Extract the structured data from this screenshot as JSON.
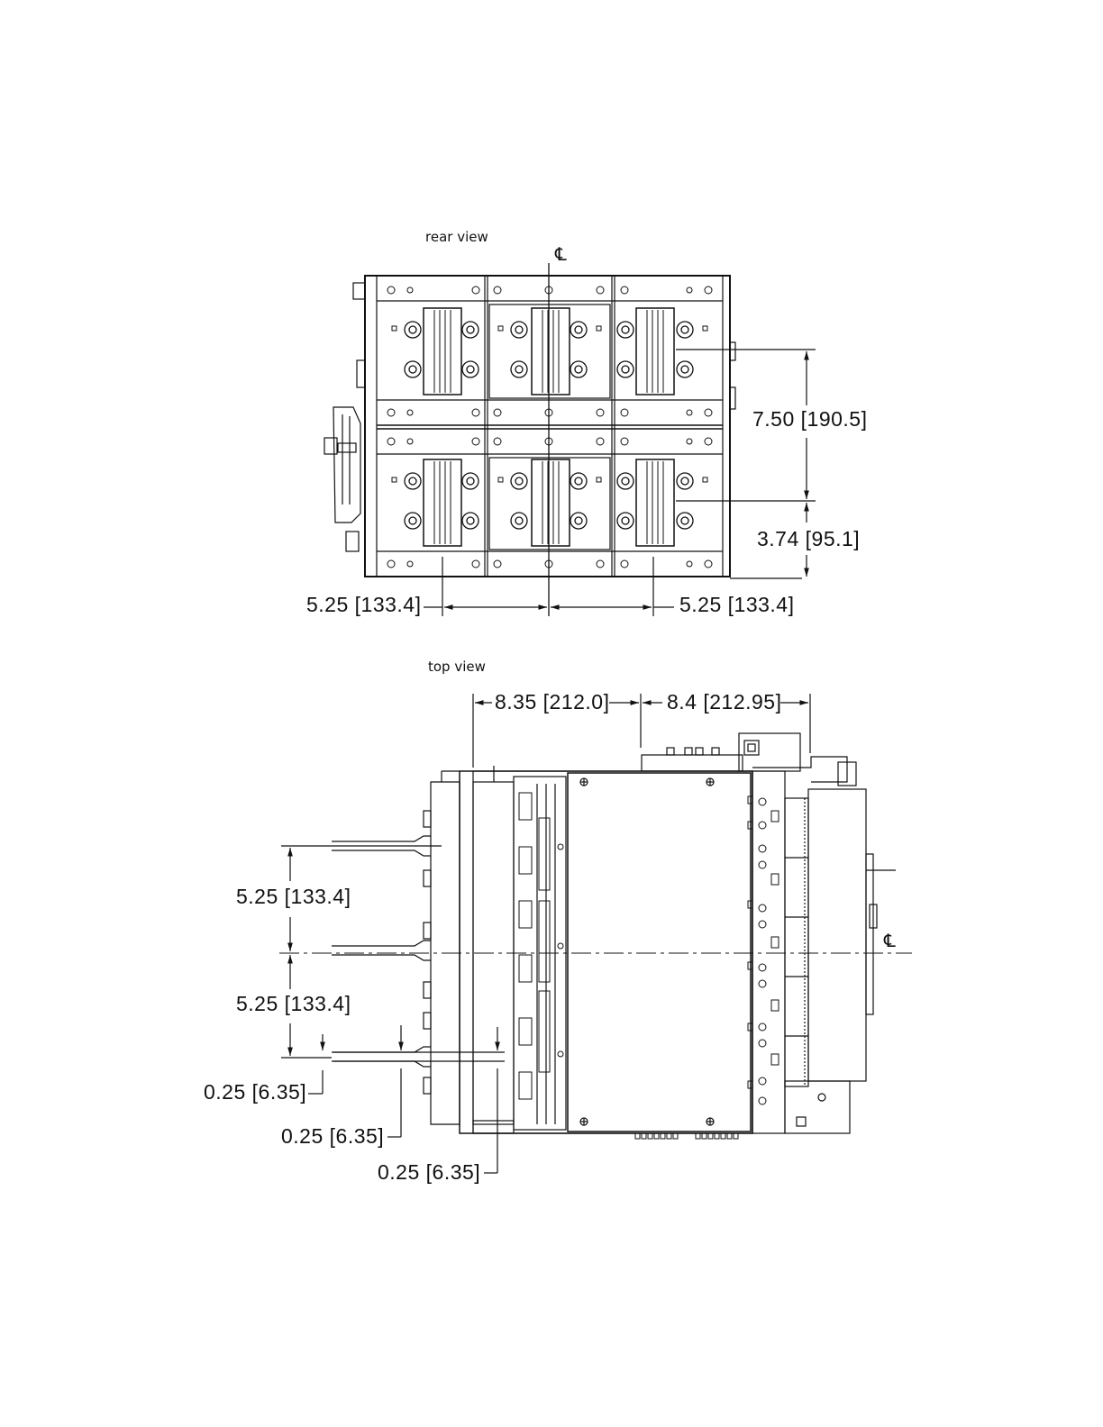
{
  "rear_view": {
    "title": "rear view",
    "centerline_symbol": "℄",
    "dimensions": {
      "vertical_upper": "7.50  [190.5]",
      "vertical_lower": "3.74  [95.1]",
      "horizontal_left": "5.25  [133.4]",
      "horizontal_right": "5.25  [133.4]"
    }
  },
  "top_view": {
    "title": "top view",
    "centerline_symbol": "℄",
    "dimensions": {
      "top_left": "8.35  [212.0]",
      "top_right": "8.4  [212.95]",
      "left_upper": "5.25  [133.4]",
      "left_lower": "5.25  [133.4]",
      "thickness_1": "0.25  [6.35]",
      "thickness_2": "0.25  [6.35]",
      "thickness_3": "0.25  [6.35]"
    }
  }
}
